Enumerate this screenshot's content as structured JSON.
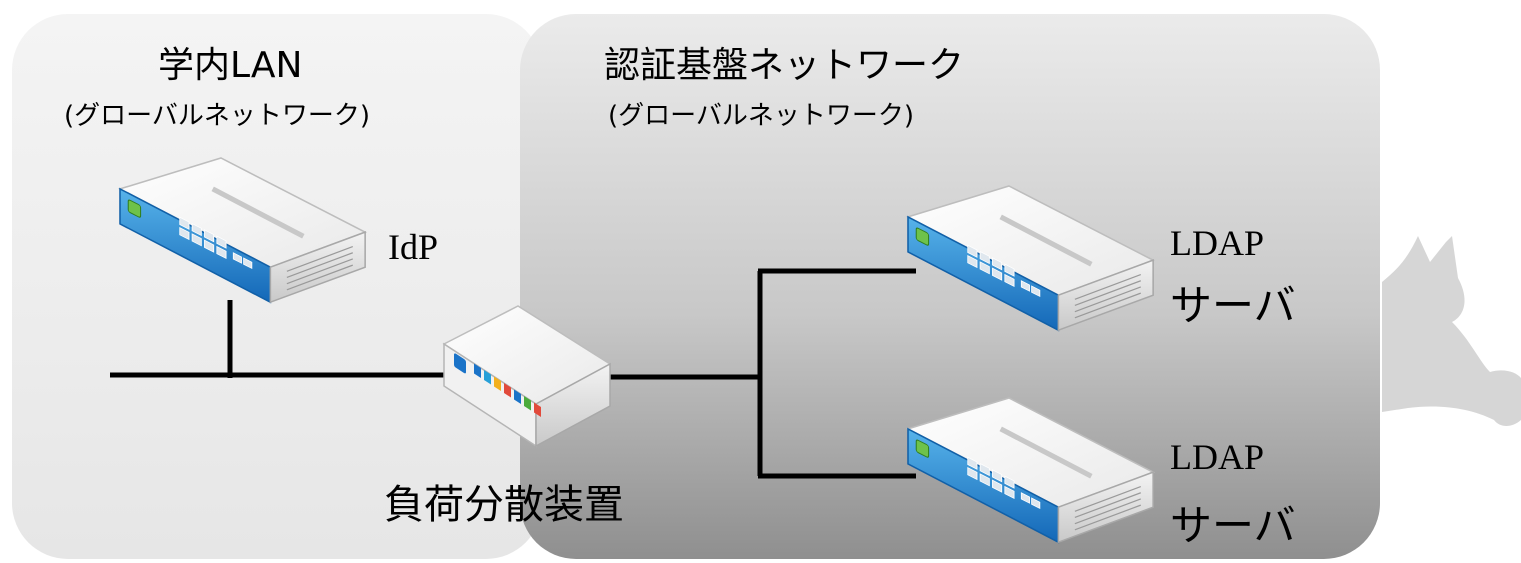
{
  "zones": {
    "campus": {
      "title": "学内LAN",
      "subtitle": "(グローバルネットワーク)"
    },
    "auth": {
      "title": "認証基盤ネットワーク",
      "subtitle": "(グローバルネットワーク)"
    }
  },
  "devices": {
    "idp": {
      "label": "IdP",
      "icon": "server-icon"
    },
    "load_balancer": {
      "label": "負荷分散装置",
      "icon": "load-balancer-icon"
    },
    "ldap1": {
      "label_top": "LDAP",
      "label_bottom": "サーバ",
      "icon": "server-icon"
    },
    "ldap2": {
      "label_top": "LDAP",
      "label_bottom": "サーバ",
      "icon": "server-icon"
    }
  },
  "decoration": {
    "watermark": "cat-silhouette-icon"
  },
  "colors": {
    "device_blue": "#1a73c8",
    "device_light": "#5bb4ea",
    "line": "#000000",
    "status_green": "#5aa832"
  }
}
